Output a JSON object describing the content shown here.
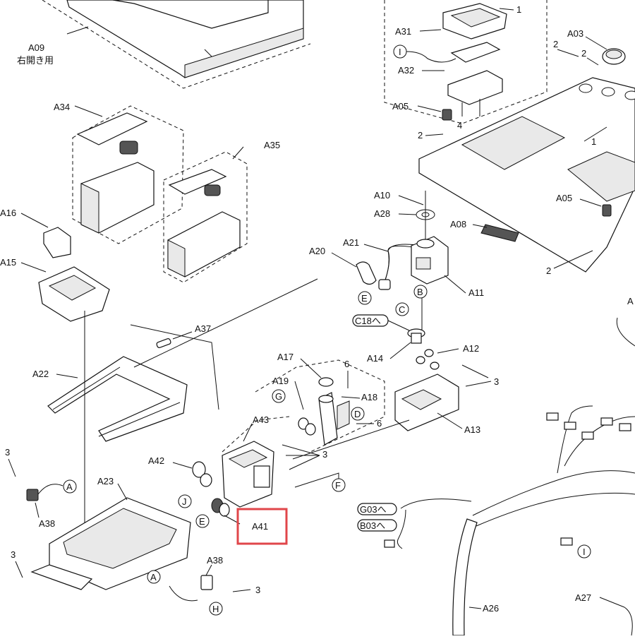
{
  "labels": {
    "a09": "A09",
    "a09_note": "右開き用",
    "a34": "A34",
    "a35": "A35",
    "a16": "A16",
    "a15": "A15",
    "a22": "A22",
    "a37": "A37",
    "a20": "A20",
    "a21": "A21",
    "a10": "A10",
    "a28": "A28",
    "a11": "A11",
    "a08": "A08",
    "a31": "A31",
    "a32": "A32",
    "a03": "A03",
    "a05_top": "A05",
    "a05_right": "A05",
    "a17": "A17",
    "a19": "A19",
    "a18": "A18",
    "a14": "A14",
    "a12": "A12",
    "a13": "A13",
    "a43": "A43",
    "a42": "A42",
    "a41": "A41",
    "a23": "A23",
    "a38_left": "A38",
    "a38_bottom": "A38",
    "a26": "A26",
    "a27": "A27",
    "a_right": "A",
    "num_1a": "1",
    "num_1b": "1",
    "num_2a": "2",
    "num_2b": "2",
    "num_2c": "2",
    "num_2d": "2",
    "num_4": "4",
    "num_6a": "6",
    "num_6b": "6",
    "num_3a": "3",
    "num_3b": "3",
    "num_3c": "3",
    "num_3d": "3",
    "num_3e": "3"
  },
  "refs": {
    "a_left": "A",
    "a_bottom": "A",
    "b": "B",
    "c": "C",
    "d": "D",
    "e_top": "E",
    "e_bottom": "E",
    "f": "F",
    "g": "G",
    "h": "H",
    "i_top": "I",
    "i_bottom": "I",
    "j": "J",
    "c18": "C18へ",
    "g03": "G03へ",
    "b03": "B03へ"
  },
  "highlight": {
    "target": "A41",
    "color": "#e0464a"
  }
}
